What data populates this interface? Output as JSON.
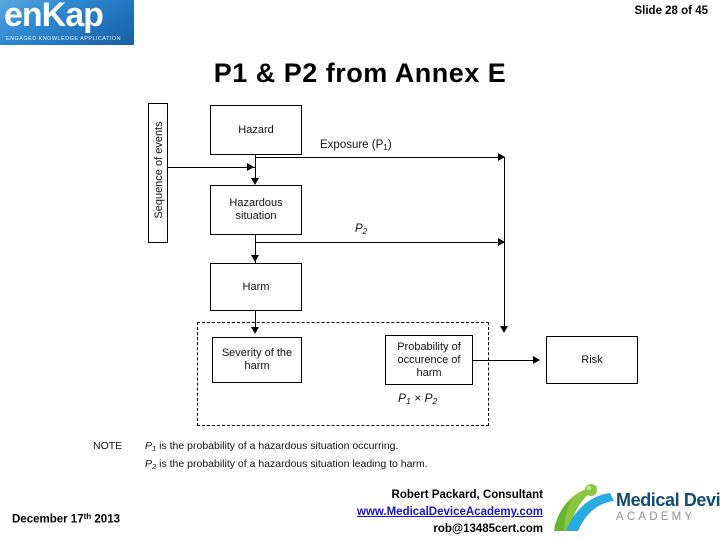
{
  "header": {
    "slide_counter": "Slide 28 of 45",
    "logo": {
      "wordmark": "enKap",
      "tagline": "ENGAGED KNOWLEDGE APPLICATION",
      "brand_blue": "#2e87cf"
    }
  },
  "title": "P1 & P2 from Annex E",
  "diagram": {
    "sequence_label": "Sequence of events",
    "boxes": {
      "hazard": "Hazard",
      "hazardous_situation": "Hazardous situation",
      "harm": "Harm",
      "severity": "Severity of the harm",
      "probability": "Probability of occurence of harm",
      "risk": "Risk"
    },
    "labels": {
      "exposure": "Exposure (P1)",
      "exposure_main": "Exposure (",
      "exposure_p": "P",
      "exposure_sub": "1",
      "exposure_close": ")",
      "p2_main": "P",
      "p2_sub": "2",
      "product_p": "P",
      "product_sub1": "1",
      "product_times": " × ",
      "product_p2": "P",
      "product_sub2": "2"
    }
  },
  "note": {
    "label": "NOTE",
    "line1_p": "P",
    "line1_sub": "1",
    "line1_text": " is the probability of a hazardous situation occurring.",
    "line2_p": "P",
    "line2_sub": "2",
    "line2_text": " is the probability of a hazardous situation leading to harm."
  },
  "footer": {
    "date_main": "December 17",
    "date_sup": "th",
    "date_year": " 2013",
    "contact_name": "Robert Packard, Consultant",
    "contact_url": "www.Medical Device Academy.com",
    "contact_url_display": "www.MedicalDeviceAcademy.com",
    "contact_email": "rob@13485cert.com",
    "link_color": "#1414c8",
    "mda_logo": {
      "line1": "Medical Device",
      "line2": "ACADEMY",
      "navy": "#124a7a",
      "green": "#8cc63f",
      "blue": "#29abe2",
      "gray": "#8e9398"
    }
  }
}
